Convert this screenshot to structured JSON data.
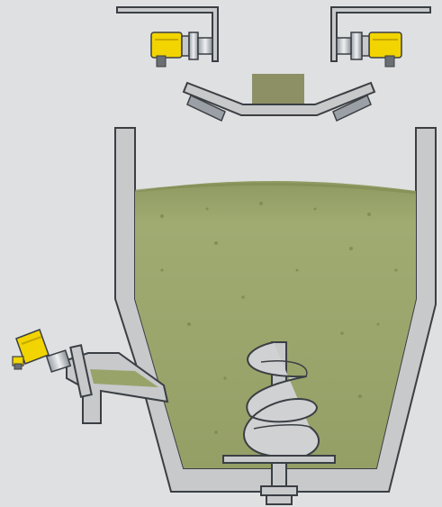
{
  "diagram": {
    "components": {
      "conveyor": "belt-conveyor",
      "sensor_left": "level-sensor",
      "sensor_right": "level-sensor",
      "sensor_side": "level-sensor",
      "vessel": "hopper",
      "agitator": "screw-agitator"
    },
    "colors": {
      "background": "#dfe0e1",
      "outline": "#3a3f44",
      "vessel_wall": "#c7c9cb",
      "material": "#98a36a",
      "material_dark": "#7e8a52",
      "conveyor_load": "#8d9064",
      "sensor": "#f2d400",
      "sensor_dark": "#c6a800",
      "screw": "#cfd1d3"
    }
  }
}
